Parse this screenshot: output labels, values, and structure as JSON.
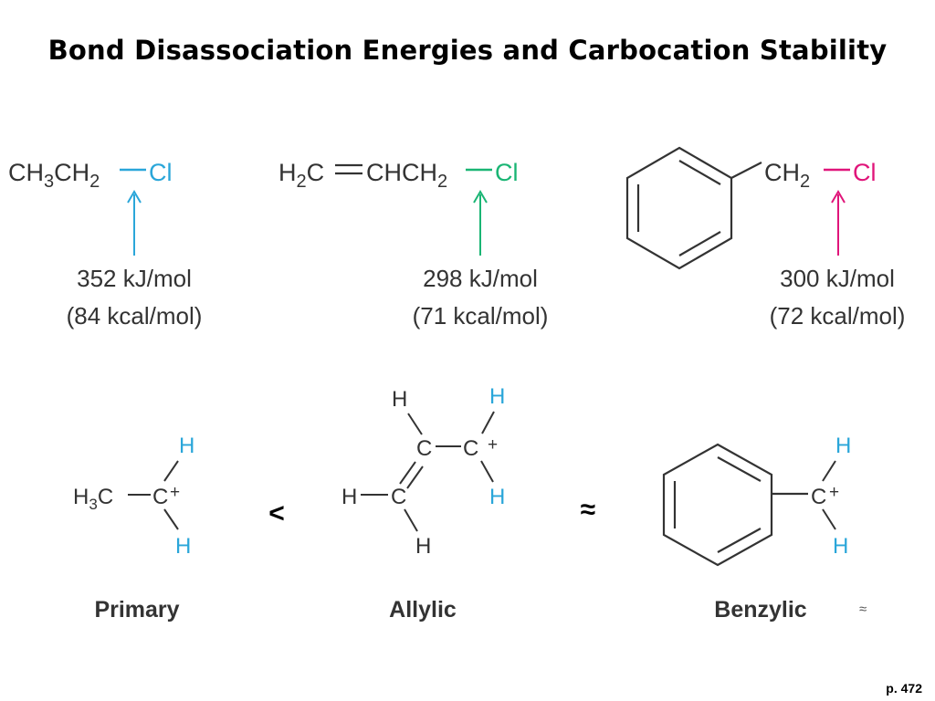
{
  "title": "Bond Disassociation Energies and Carbocation Stability",
  "colors": {
    "ethyl": "#2aa6d9",
    "allyl": "#1ab574",
    "benzyl": "#e0157a",
    "cation_h": "#2aa6d9",
    "text": "#333333"
  },
  "molecules": {
    "ethyl": {
      "c1": "CH",
      "c1_sub": "3",
      "c2": "CH",
      "c2_sub": "2",
      "x": "Cl",
      "energy_kj": "352 kJ/mol",
      "energy_kcal": "(84 kcal/mol)"
    },
    "allyl": {
      "p1": "H",
      "p1_sub": "2",
      "p2": "C",
      "p3": "CHCH",
      "p3_sub": "2",
      "x": "Cl",
      "energy_kj": "298 kJ/mol",
      "energy_kcal": "(71 kcal/mol)"
    },
    "benzyl": {
      "c": "CH",
      "c_sub": "2",
      "x": "Cl",
      "energy_kj": "300 kJ/mol",
      "energy_kcal": "(72 kcal/mol)"
    }
  },
  "cations": {
    "primary": {
      "h3": "H",
      "h3_sub": "3",
      "c": "C",
      "carbon": "C",
      "plus": "+",
      "h_top": "H",
      "h_bottom": "H",
      "label": "Primary"
    },
    "allylic": {
      "h_tl": "H",
      "h_tr": "H",
      "c_left": "C",
      "c_right": "C",
      "plus": "+",
      "h_r": "H",
      "h_left": "H",
      "c_bottom": "C",
      "h_bottom": "H",
      "label": "Allylic"
    },
    "benzylic": {
      "h_top": "H",
      "c": "C",
      "plus": "+",
      "h_bottom": "H",
      "label": "Benzylic",
      "mark": "≈"
    }
  },
  "comparisons": {
    "less_than": "<",
    "approx": "≈"
  },
  "page": "p. 472"
}
